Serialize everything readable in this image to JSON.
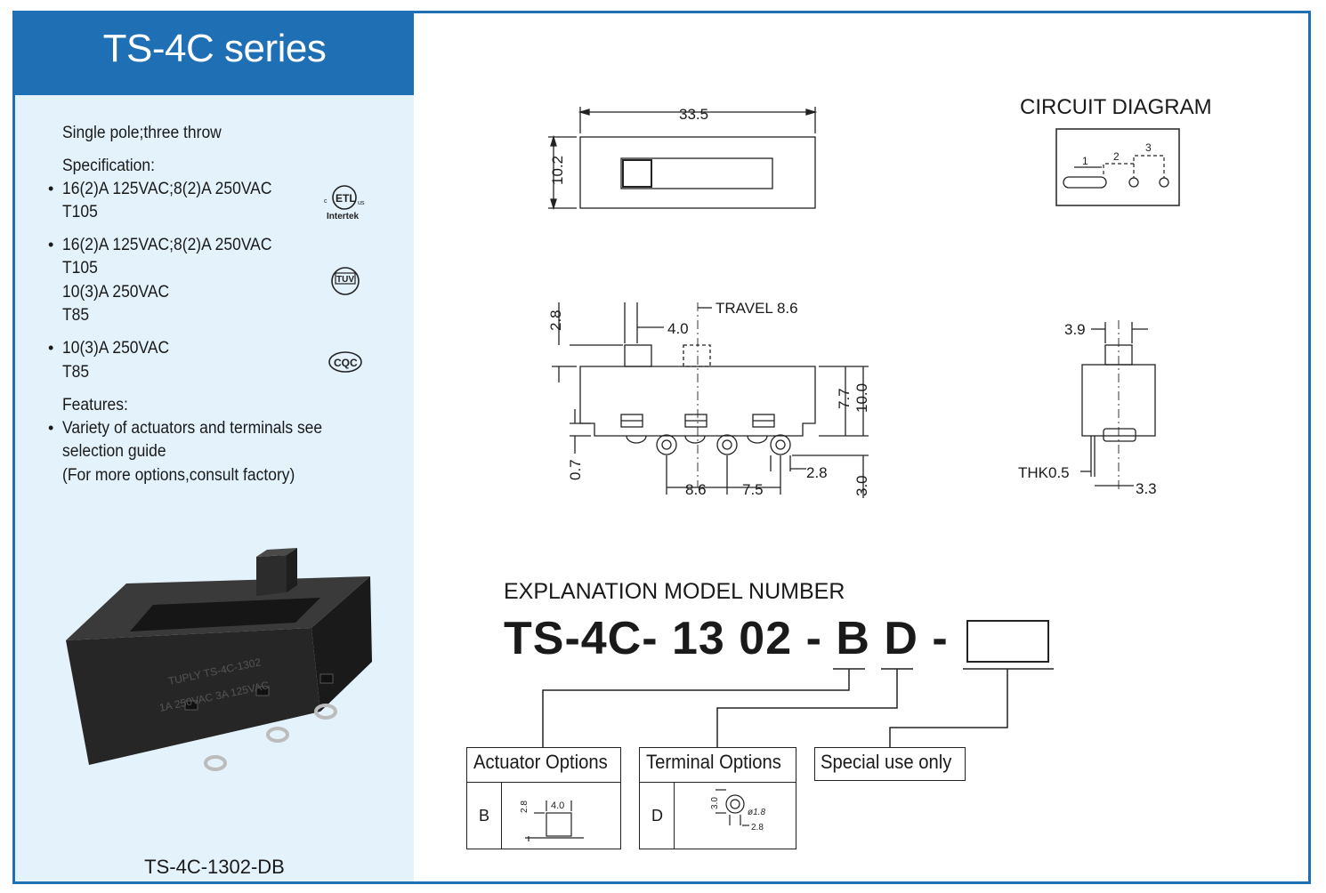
{
  "header": {
    "title": "TS-4C series"
  },
  "specs": {
    "pole": "Single pole;three throw",
    "spec_label": "Specification:",
    "items": [
      {
        "line1": "16(2)A 125VAC;8(2)A 250VAC",
        "line2": "T105",
        "cert": "Intertek"
      },
      {
        "line1": "16(2)A 125VAC;8(2)A 250VAC",
        "line2": "T105",
        "line3": "10(3)A 250VAC",
        "line4": "T85",
        "cert": "TUV"
      },
      {
        "line1": "10(3)A 250VAC",
        "line2": "T85",
        "cert": "CQC"
      }
    ],
    "features_label": "Features:",
    "feature_line1": "Variety of actuators and terminals see",
    "feature_line2": "selection guide",
    "feature_line3": "(For more options,consult factory)"
  },
  "product": {
    "caption": "TS-4C-1302-DB",
    "marking1": "TUPLY  TS-4C-1302",
    "marking2": "1A 250VAC  3A 125VAC"
  },
  "drawing": {
    "top": {
      "width": "33.5",
      "height": "10.2"
    },
    "circuit": {
      "title": "CIRCUIT DIAGRAM",
      "p1": "1",
      "p2": "2",
      "p3": "3"
    },
    "side": {
      "travel": "TRAVEL 8.6",
      "d_2_8": "2.8",
      "d_4_0": "4.0",
      "d_7_7": "7.7",
      "d_10_0": "10.0",
      "d_0_7": "0.7",
      "d_8_6": "8.6",
      "d_7_5": "7.5",
      "d_2_8b": "2.8",
      "d_3_0": "3.0"
    },
    "end": {
      "d_3_9": "3.9",
      "thk": "THK0.5",
      "d_3_3": "3.3"
    }
  },
  "model": {
    "heading": "EXPLANATION MODEL NUMBER",
    "code": "TS-4C- 13 02 - B D -",
    "actuator": {
      "title": "Actuator Options",
      "code": "B",
      "d1": "2.8",
      "d2": "4.0"
    },
    "terminal": {
      "title": "Terminal Options",
      "code": "D",
      "d1": "3.0",
      "d2": "ø1.8",
      "d3": "2.8"
    },
    "special": {
      "title": "Special use only"
    }
  },
  "colors": {
    "brand_blue": "#1f6fb5",
    "panel_bg": "#e3f2fb"
  }
}
